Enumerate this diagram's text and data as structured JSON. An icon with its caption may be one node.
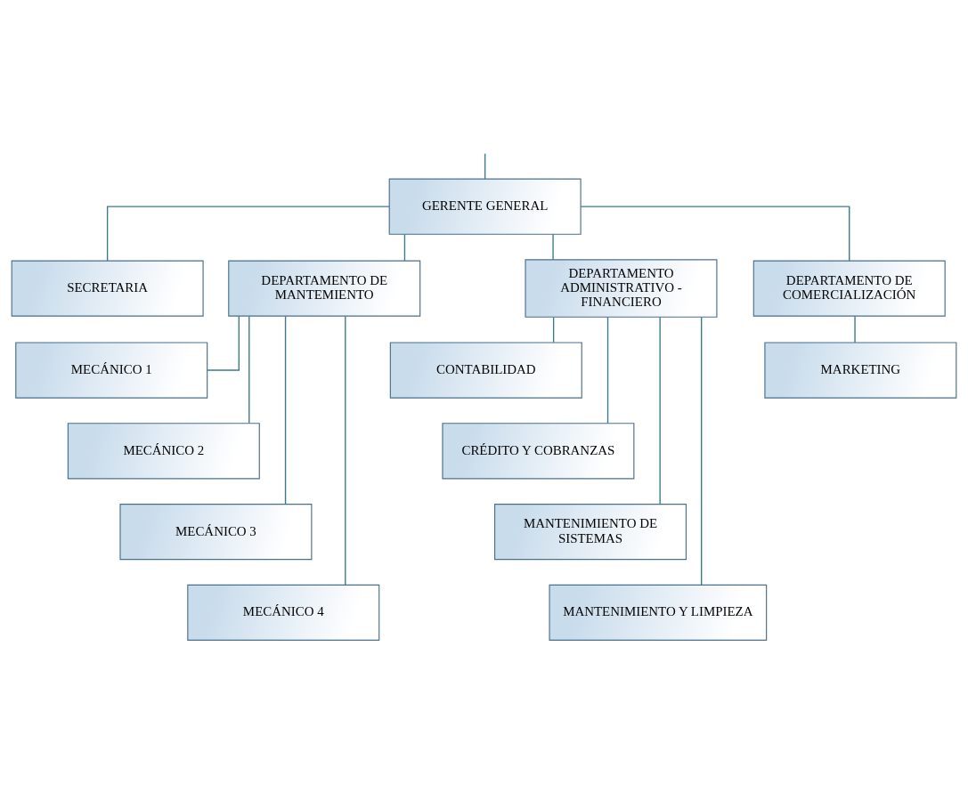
{
  "diagram": {
    "nodes": [
      {
        "text": [
          "GERENTE GENERAL"
        ]
      },
      {
        "text": [
          "SECRETARIA"
        ]
      },
      {
        "text": [
          "DEPARTAMENTO DE MANTEMIENTO"
        ]
      },
      {
        "text": [
          "DEPARTAMENTO ADMINISTRATIVO - FINANCIERO"
        ]
      },
      {
        "text": [
          "DEPARTAMENTO DE COMERCIALIZACIÓN"
        ]
      },
      {
        "text": [
          "MECÁNICO 1"
        ]
      },
      {
        "text": [
          "MECÁNICO 2"
        ]
      },
      {
        "text": [
          "MECÁNICO 3"
        ]
      },
      {
        "text": [
          "MECÁNICO 4"
        ]
      },
      {
        "text": [
          "CONTABILIDAD"
        ]
      },
      {
        "text": [
          "CRÉDITO Y COBRANZAS"
        ]
      },
      {
        "text": [
          "MANTENIMIENTO DE SISTEMAS"
        ]
      },
      {
        "text": [
          "MANTENIMIENTO Y LIMPIEZA"
        ]
      },
      {
        "text": [
          "MARKETING"
        ]
      }
    ],
    "edges": [
      {
        "from": null,
        "to": 0,
        "arrow": "none"
      },
      {
        "from": 0,
        "to": 1,
        "arrow": "none"
      },
      {
        "from": 0,
        "to": 2,
        "arrow": "none"
      },
      {
        "from": 0,
        "to": 3,
        "arrow": "none"
      },
      {
        "from": 0,
        "to": 4,
        "arrow": "none"
      },
      {
        "from": 2,
        "to": 5,
        "arrow": "none"
      },
      {
        "from": 2,
        "to": 6,
        "arrow": "none"
      },
      {
        "from": 2,
        "to": 7,
        "arrow": "none"
      },
      {
        "from": 2,
        "to": 8,
        "arrow": "none"
      },
      {
        "from": 3,
        "to": 9,
        "arrow": "none"
      },
      {
        "from": 3,
        "to": 10,
        "arrow": "none"
      },
      {
        "from": 3,
        "to": 11,
        "arrow": "none"
      },
      {
        "from": 3,
        "to": 12,
        "arrow": "none"
      },
      {
        "from": 4,
        "to": 13,
        "arrow": "none"
      }
    ]
  }
}
